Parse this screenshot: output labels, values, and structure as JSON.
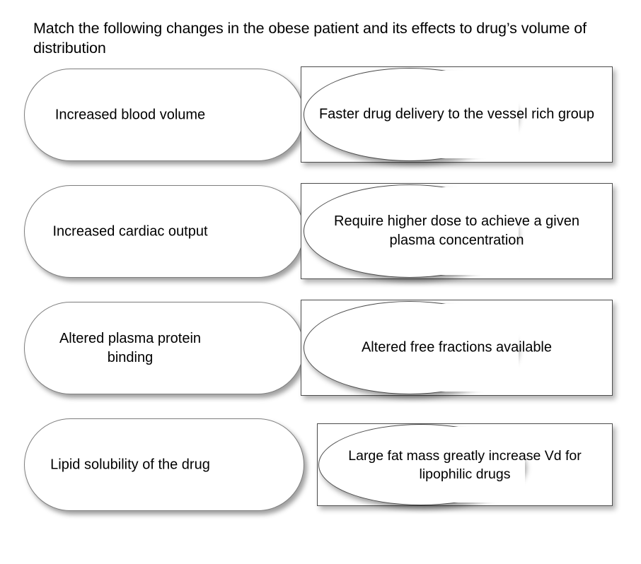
{
  "slide": {
    "title": "Match the following changes in the obese patient and its effects to drug’s volume of distribution",
    "background_color": "#ffffff",
    "text_color": "#000000"
  },
  "style": {
    "left_shape_type": "rounded-rectangle",
    "left_shape_outline": "#7f7f7f",
    "left_shape_fill": "#ffffff",
    "right_rect_outline": "#4d4d4d",
    "right_rect_fill": "#ffffff",
    "right_ellipse_outline": "#4d4d4d",
    "right_ellipse_fill": "#ffffff",
    "shadow_color": "rgba(0,0,0,0.38)"
  },
  "match_rows": [
    {
      "id": "row-1",
      "left_label": "Increased blood\nvolume",
      "right_label": "Faster drug delivery to the\nvessel rich group"
    },
    {
      "id": "row-2",
      "left_label": "Increased cardiac\noutput",
      "right_label": "Require higher dose to\nachieve a given plasma\nconcentration"
    },
    {
      "id": "row-3",
      "left_label": "Altered plasma\nprotein binding",
      "right_label": "Altered free fractions\navailable"
    },
    {
      "id": "row-4",
      "left_label": "Lipid solubility of\nthe drug",
      "right_label": "Large fat mass greatly\nincrease Vd for lipophilic\ndrugs"
    }
  ]
}
